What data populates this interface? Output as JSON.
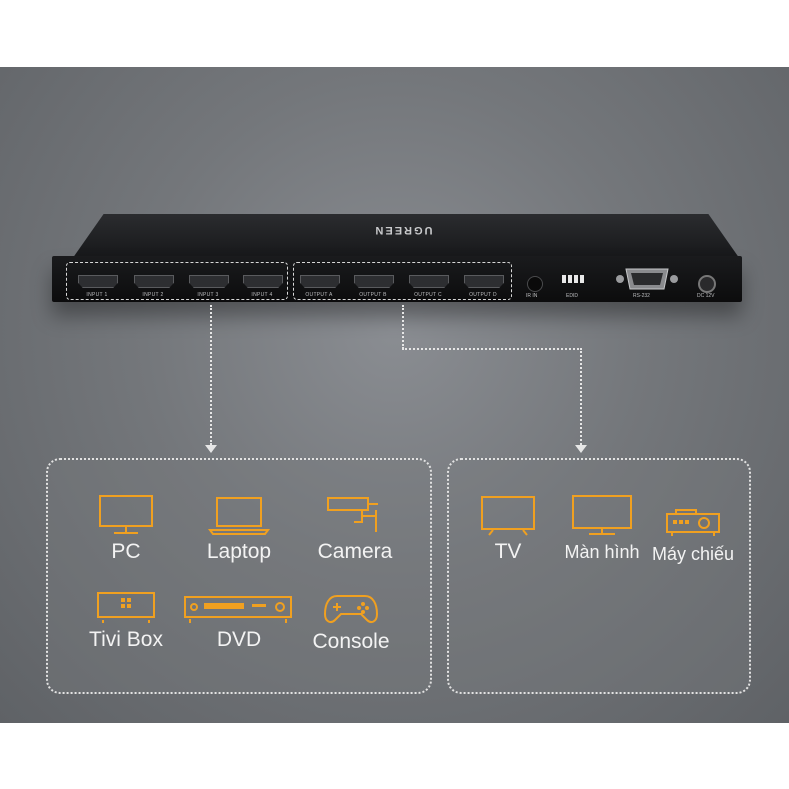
{
  "device": {
    "brand": "UGREEN",
    "inputs": [
      "INPUT 1",
      "INPUT 2",
      "INPUT 3",
      "INPUT 4"
    ],
    "outputs": [
      "OUTPUT A",
      "OUTPUT B",
      "OUTPUT C",
      "OUTPUT D"
    ],
    "ir_label": "IR IN",
    "edid_label": "EDID",
    "rs232_label": "RS-232",
    "dc_label": "DC 12V"
  },
  "sources": {
    "items": [
      {
        "label": "PC",
        "icon": "monitor-icon"
      },
      {
        "label": "Laptop",
        "icon": "laptop-icon"
      },
      {
        "label": "Camera",
        "icon": "camera-icon"
      },
      {
        "label": "Tivi Box",
        "icon": "tv-box-icon"
      },
      {
        "label": "DVD",
        "icon": "dvd-player-icon"
      },
      {
        "label": "Console",
        "icon": "gamepad-icon"
      }
    ]
  },
  "displays": {
    "items": [
      {
        "label": "TV",
        "icon": "tv-icon"
      },
      {
        "label": "Màn hình",
        "icon": "monitor-icon"
      },
      {
        "label": "Máy chiếu",
        "icon": "projector-icon"
      }
    ]
  },
  "colors": {
    "accent": "#f0a020",
    "line": "#e6e6e6",
    "label": "#f3f3f3"
  }
}
